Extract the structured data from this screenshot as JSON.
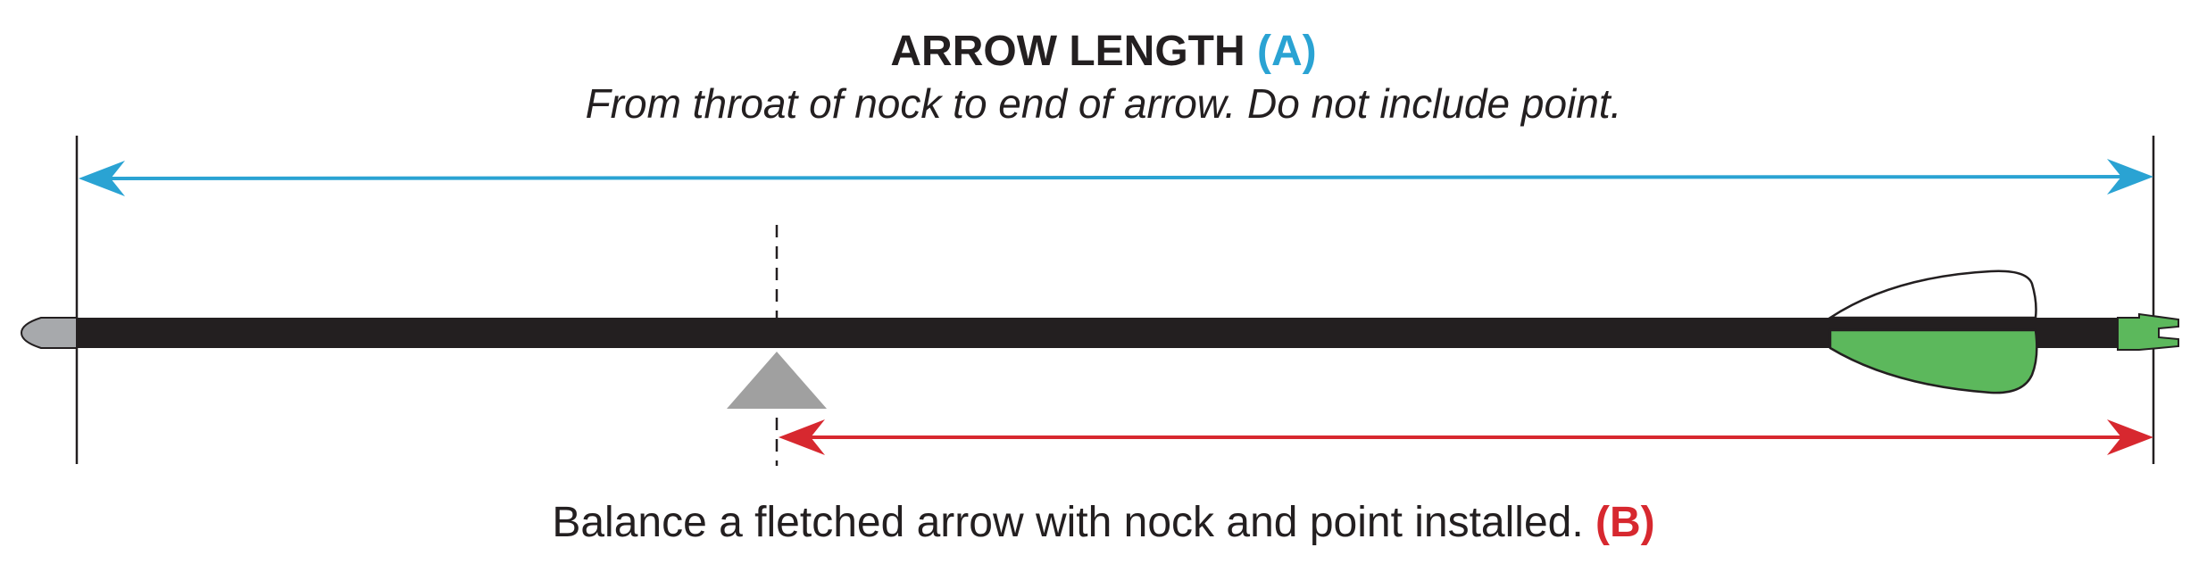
{
  "header": {
    "title": "ARROW LENGTH",
    "title_label": "(A)",
    "subtitle": "From throat of nock to end of arrow.  Do not include point."
  },
  "footer": {
    "text": "Balance a fletched arrow with nock and point installed.",
    "label": "(B)"
  },
  "colors": {
    "arrow_length": "#2aa3d3",
    "balance_point": "#d7282f",
    "shaft": "#231f20",
    "fletching": "#5cb85c",
    "point": "#a7a9ac",
    "fulcrum": "#a0a0a0"
  }
}
